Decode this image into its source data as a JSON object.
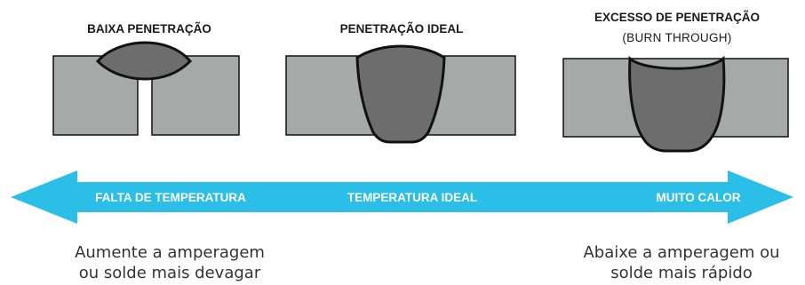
{
  "colors": {
    "plate": "#a7a9a9",
    "bead": "#6d6d6d",
    "outline": "#111111",
    "arrow": "#2bbfe8",
    "arrow_text": "#ffffff",
    "text": "#1a1a1a",
    "advice_text": "#333333"
  },
  "panels": [
    {
      "title": "BAIXA PENETRAÇÃO",
      "subtitle": ""
    },
    {
      "title": "PENETRAÇÃO IDEAL",
      "subtitle": ""
    },
    {
      "title": "EXCESSO DE PENETRAÇÃO",
      "subtitle": "(BURN THROUGH)"
    }
  ],
  "arrow": {
    "left": "FALTA DE TEMPERATURA",
    "center": "TEMPERATURA IDEAL",
    "right": "MUITO CALOR"
  },
  "advice": {
    "left": [
      "Aumente a amperagem",
      "ou solde mais devagar"
    ],
    "right": [
      "Abaixe a amperagem ou",
      "solde mais rápido"
    ]
  }
}
